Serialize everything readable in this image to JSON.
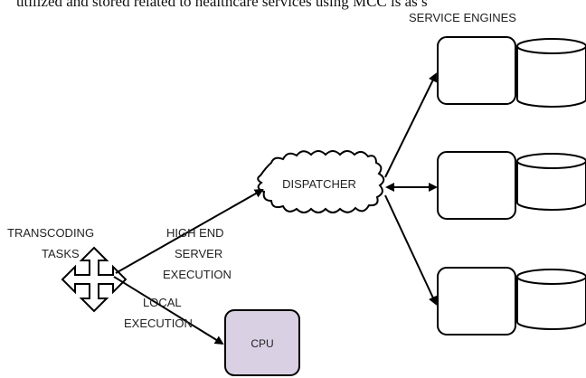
{
  "top_text": "utilized and stored related to healthcare services using MCC is as s",
  "labels": {
    "service_engines": "SERVICE ENGINES",
    "dispatcher": "DISPATCHER",
    "transcoding_line1": "TRANSCODING",
    "transcoding_line2": "TASKS",
    "high_end_line1": "HIGH END",
    "high_end_line2": "SERVER",
    "high_end_line3": "EXECUTION",
    "local_line1": "LOCAL",
    "local_line2": "EXECUTION",
    "cpu": "CPU"
  },
  "colors": {
    "stroke": "#000000",
    "cpu_fill": "#d9d0e3",
    "text": "#222222"
  }
}
